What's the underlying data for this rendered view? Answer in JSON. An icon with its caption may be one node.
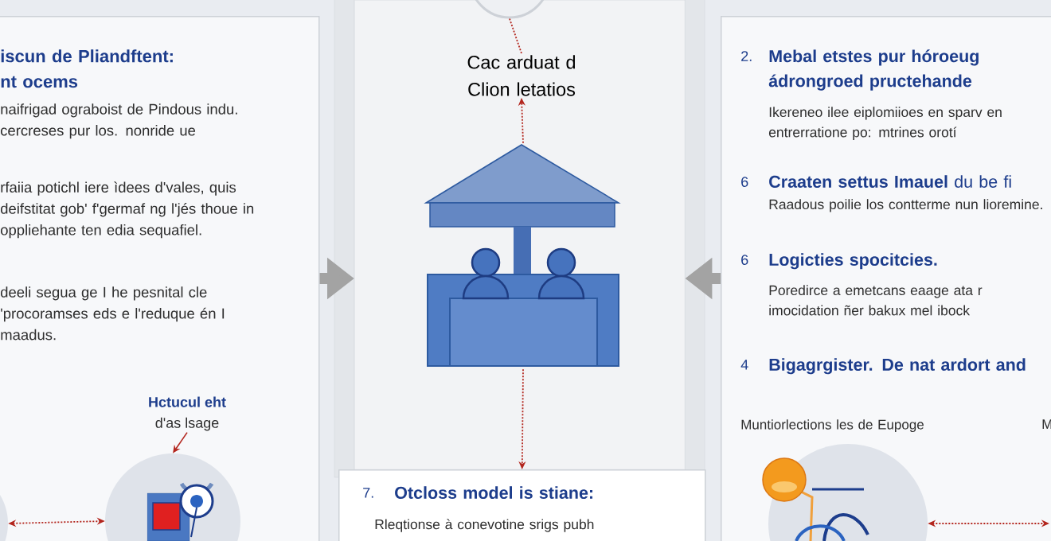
{
  "diagram": {
    "nodes": [
      {
        "text": [
          "iscun de Pliandftent: nt ocems",
          "naifrigad ograboist de Pindous indu. cercreses pur los. nonride ue",
          "rfaiia potichl iere ìdees d'vales, quis deifstitat gob' f'germaf ng l'jés thoue in oppliehante ten edia sequafiel.",
          "deeli segua ge I he pesnital cle 'procoramses eds e l'reduque én I maadus."
        ]
      },
      {
        "text": [],
        "shape": "circle"
      },
      {
        "text": [],
        "shape": "box"
      },
      {
        "text": [
          "Cac arduat d Clion letatios"
        ],
        "in": 2
      },
      {
        "text": [],
        "shape": "picture",
        "in": 2
      },
      {
        "text": [
          "2.",
          "Mebal etstes pur hóroeug ádrongroed pructehande",
          "Ikereneo ilee eiplomiioes en sparv en entrerratione po: mtrines orotí",
          "6",
          "**Craaten settus Imauel** du be fi",
          "Raadous poilie los contterme nun lioremine.",
          "6",
          "Logicties spocitcies.",
          "Poredirce a emetcans eaage ata r imocidation ñer bakux mel ibock",
          "4",
          "Bigagrgister. De nat ardort and"
        ]
      },
      {
        "text": [
          "Hctucul eht",
          "d'as lsage"
        ],
        "in": 0
      },
      {
        "text": [],
        "shape": "circle",
        "in": 0
      },
      {
        "text": [],
        "shape": "circle",
        "in": 0
      },
      {
        "text": [
          "7.",
          "Otcloss model is stiane:",
          "Rleqtionse à conevotine srigs pubh"
        ]
      },
      {
        "text": [],
        "shape": "circle",
        "in": 5,
        "beside": [
          "Muntiorlections les de Eupoge"
        ]
      }
    ],
    "edges": [
      {
        "from": 1,
        "to": 3,
        "arrow": "none",
        "style": "dashed"
      },
      {
        "from": 4,
        "to": 3,
        "arrow": "to",
        "style": "dashed"
      },
      {
        "from": 4,
        "to": 9,
        "arrow": "to",
        "style": "dashed"
      },
      {
        "from": 0,
        "to": 2,
        "arrow": "to",
        "style": "thick",
        "color": "#a3a3a3"
      },
      {
        "from": 5,
        "to": 2,
        "arrow": "to",
        "style": "thick",
        "color": "#a3a3a3"
      },
      {
        "from": 6,
        "to": 8,
        "arrow": "to"
      },
      {
        "from": 7,
        "to": 8,
        "arrow": "both",
        "style": "dashed"
      },
      {
        "from": 10,
        "to": null,
        "arrow": "both",
        "style": "dashed"
      }
    ],
    "labels": [
      "M"
    ]
  }
}
